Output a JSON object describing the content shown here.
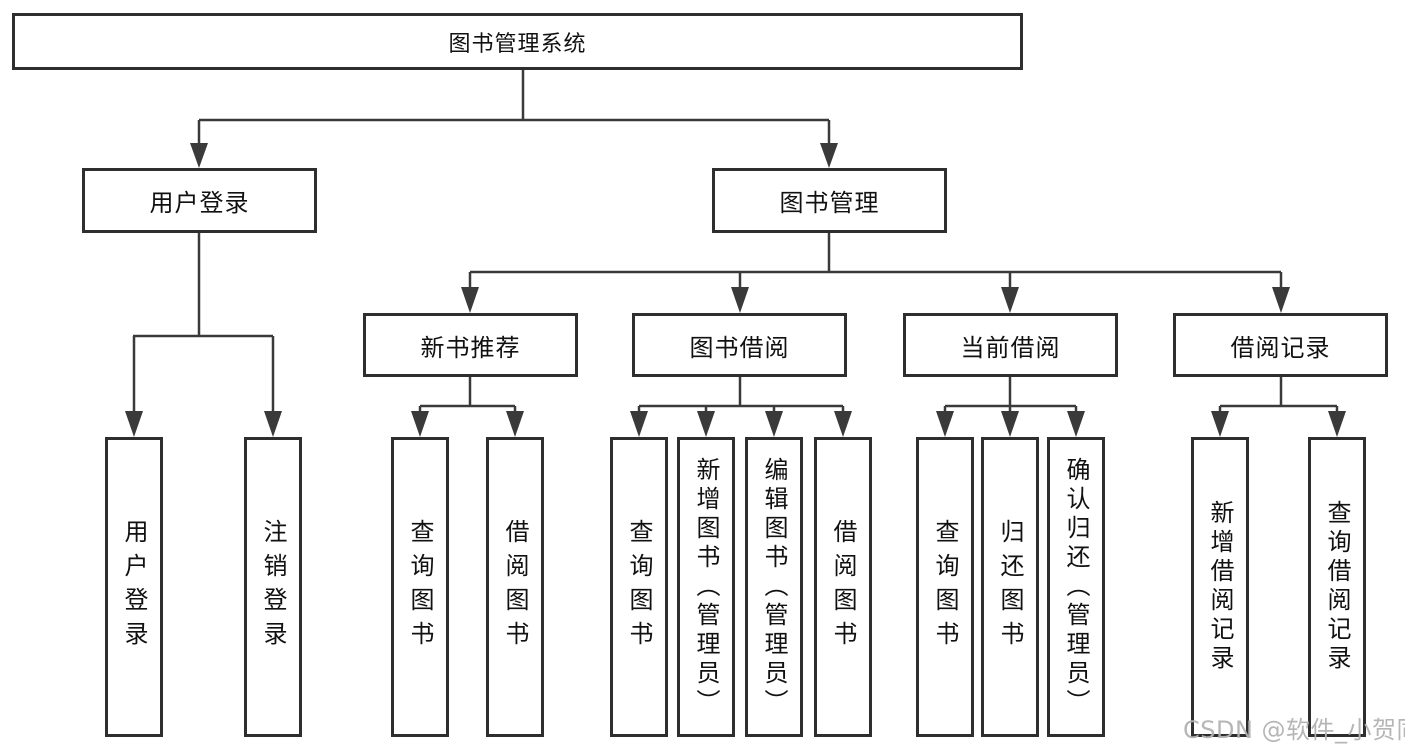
{
  "tree": {
    "label": "图书管理系统",
    "children": [
      {
        "label": "用户登录",
        "children": [
          {
            "label": "用户登录"
          },
          {
            "label": "注销登录"
          }
        ]
      },
      {
        "label": "图书管理",
        "children": [
          {
            "label": "新书推荐",
            "children": [
              {
                "label": "查询图书"
              },
              {
                "label": "借阅图书"
              }
            ]
          },
          {
            "label": "图书借阅",
            "children": [
              {
                "label": "查询图书"
              },
              {
                "label": "新增图书（管理员）"
              },
              {
                "label": "编辑图书（管理员）"
              },
              {
                "label": "借阅图书"
              }
            ]
          },
          {
            "label": "当前借阅",
            "children": [
              {
                "label": "查询图书"
              },
              {
                "label": "归还图书"
              },
              {
                "label": "确认归还（管理员）"
              }
            ]
          },
          {
            "label": "借阅记录",
            "children": [
              {
                "label": "新增借阅记录"
              },
              {
                "label": "查询借阅记录"
              }
            ]
          }
        ]
      }
    ]
  },
  "watermark": {
    "text": "CSDN @软件_小贺同学"
  },
  "colors": {
    "border": "#2e2e2e",
    "line": "#3a3a3a",
    "text": "#111111",
    "watermark": "#b3b3b3",
    "background": "#ffffff"
  }
}
